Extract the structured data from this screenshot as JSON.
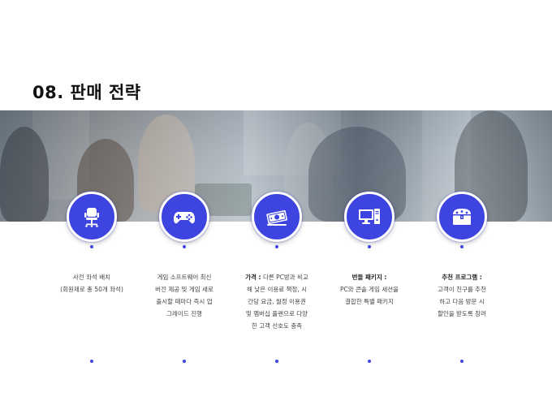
{
  "slide": {
    "title": "08. 판매 전략"
  },
  "colors": {
    "accent": "#3d44e0",
    "title": "#111111",
    "text": "#444444"
  },
  "strategies": [
    {
      "icon": "office-chair-icon",
      "heading": "",
      "text_lines": [
        "사전 좌석 배치",
        "(회원제로 총 50개 좌석)"
      ]
    },
    {
      "icon": "gamepad-icon",
      "heading": "",
      "text_lines": [
        "게임 소프트웨어 최신",
        "버전 제공 및 게임 새로",
        "출시할 때마다 즉시 업",
        "그레이드 진행"
      ]
    },
    {
      "icon": "money-bill-icon",
      "heading": "가격 :",
      "text_lines": [
        "다른 PC방과 비교",
        "해 낮은 이용료 책정, 시",
        "간당 요금, 월정 이용권",
        "및 멤버십 플랜으로 다양",
        "한 고객 선호도 충족"
      ]
    },
    {
      "icon": "desktop-pc-icon",
      "heading": "번들 패키지 :",
      "text_lines": [
        "PC와 콘솔 게임 세션을",
        "결합한 특별 패키지"
      ]
    },
    {
      "icon": "treasure-chest-icon",
      "heading": "추천 프로그램 :",
      "text_lines": [
        "고객이 친구를 추천",
        "하고 다음 방문 시",
        "할인을 받도록 장려"
      ]
    }
  ]
}
